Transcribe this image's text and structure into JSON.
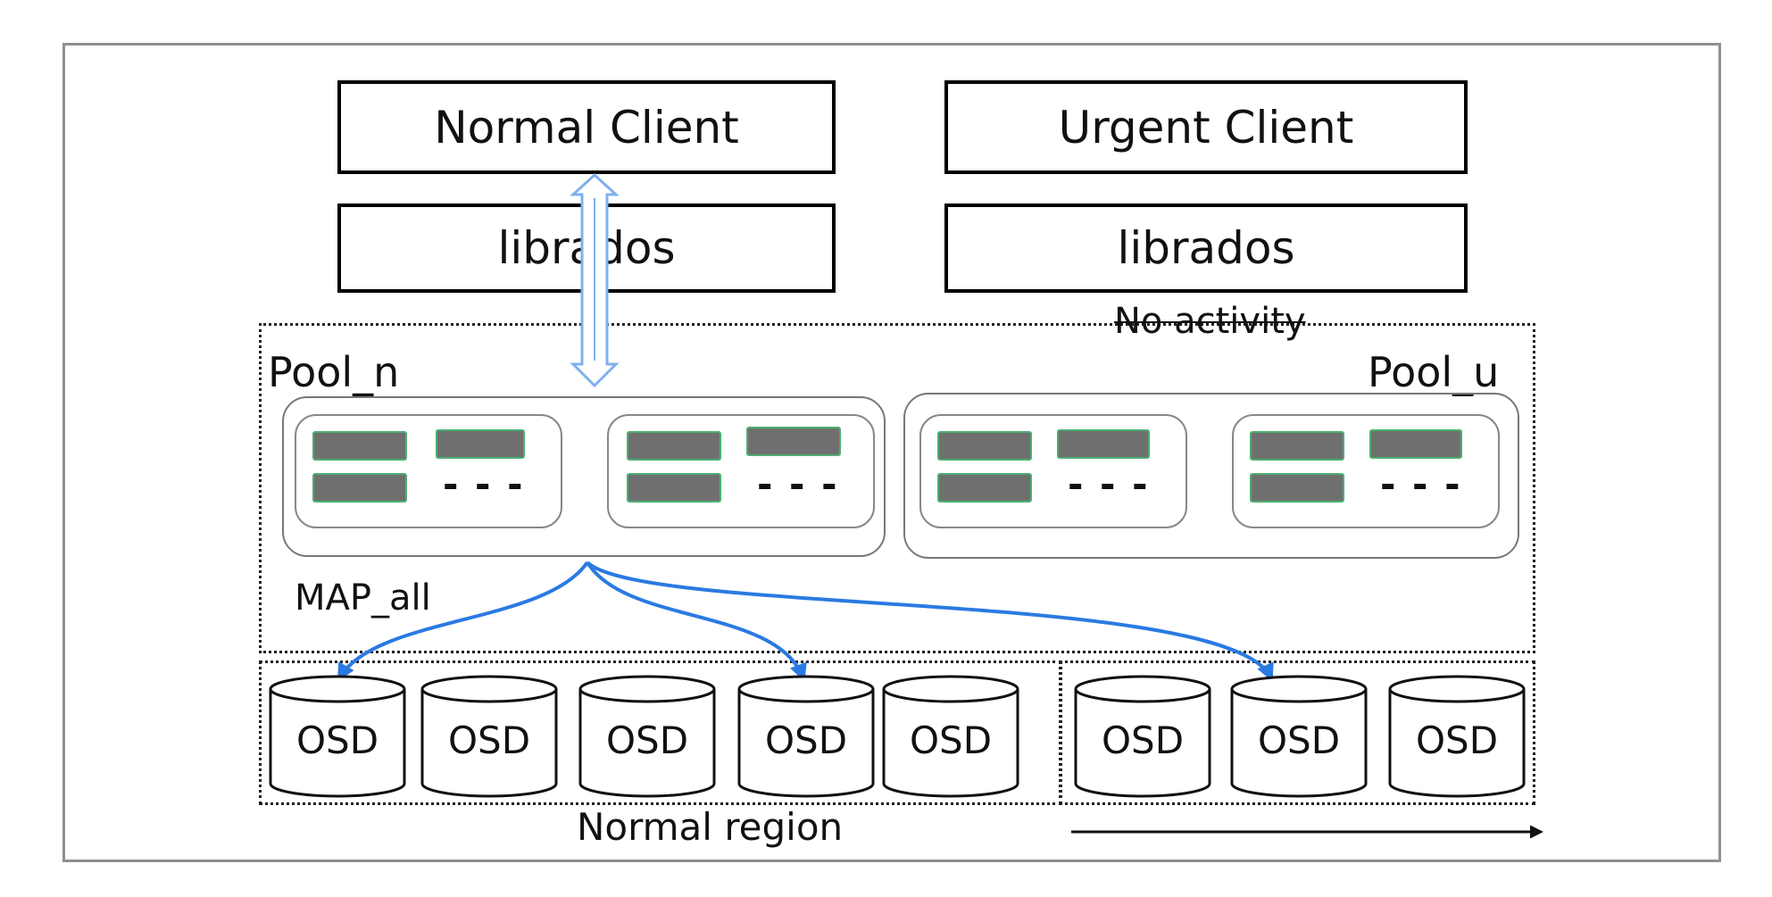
{
  "clients": {
    "normal": {
      "label": "Normal Client",
      "lib": "librados"
    },
    "urgent": {
      "label": "Urgent Client",
      "lib": "librados"
    }
  },
  "no_activity_label": "No activity",
  "pools": {
    "left": "Pool_n",
    "right": "Pool_u"
  },
  "map_label": "MAP_all",
  "osd_label": "OSD",
  "osd_count": 8,
  "region_label": "Normal region",
  "colors": {
    "arrow_blue": "#2a7ae2",
    "pg_fill": "#6f6f6f",
    "pg_border": "#4caf70"
  }
}
